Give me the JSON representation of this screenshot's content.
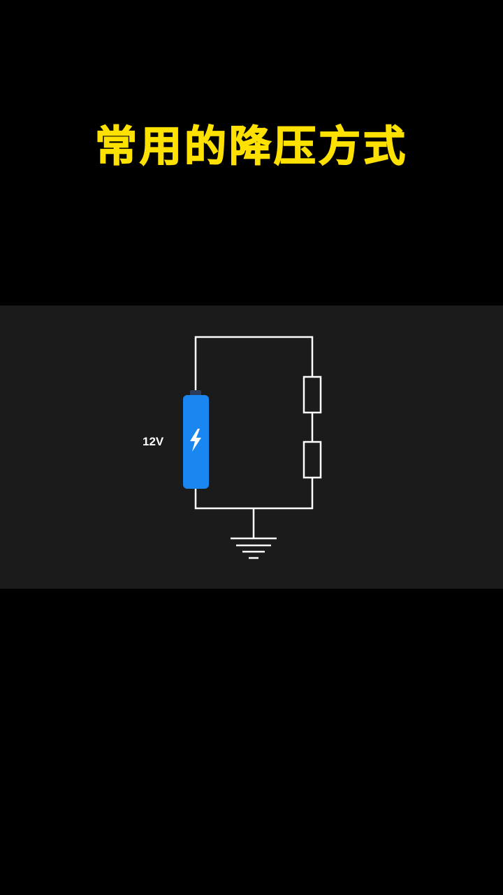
{
  "title": "常用的降压方式",
  "diagram": {
    "voltage_label": "12V",
    "battery_icon": "lightning-icon",
    "components": [
      "battery",
      "resistor",
      "resistor",
      "ground"
    ]
  },
  "colors": {
    "background": "#000000",
    "panel_background": "#1b1b1b",
    "title": "#ffe100",
    "wire": "#ffffff",
    "battery": "#1a86f0",
    "battery_cap": "#2a3c5a",
    "label": "#ffffff"
  }
}
